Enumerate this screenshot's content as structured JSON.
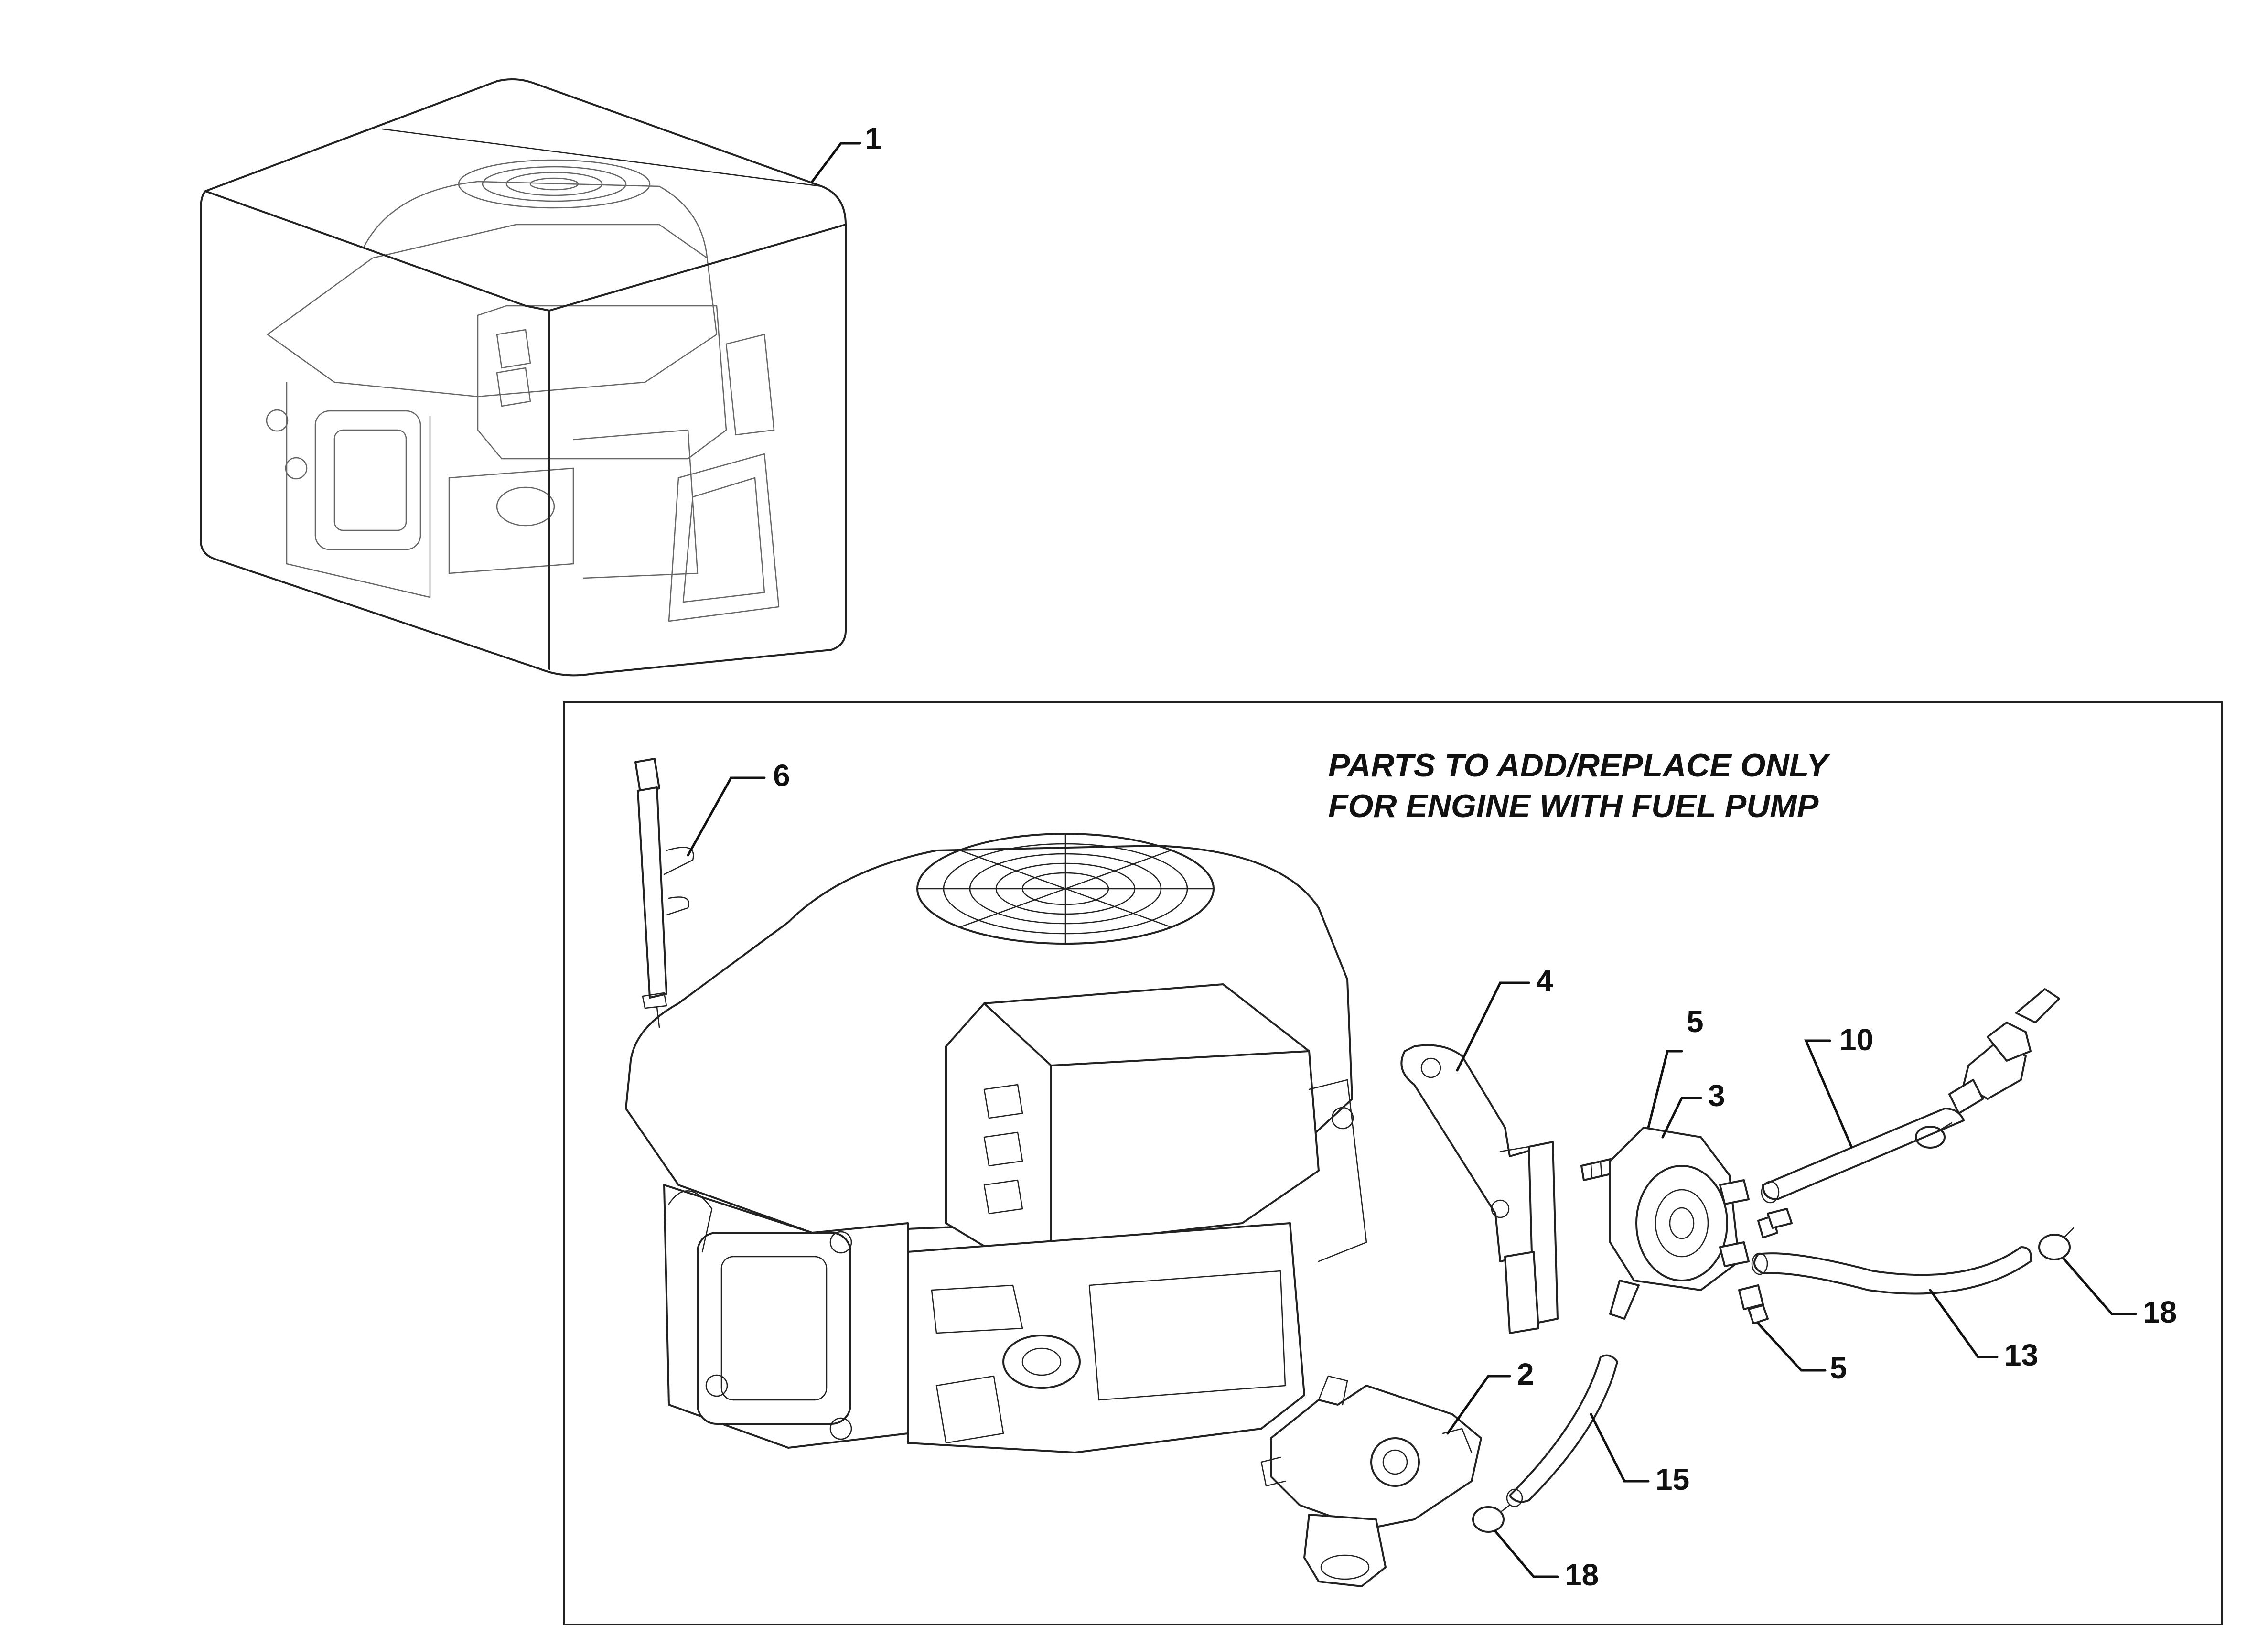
{
  "note": {
    "line1": "PARTS TO ADD/REPLACE ONLY",
    "line2": "FOR ENGINE WITH FUEL PUMP"
  },
  "callouts": {
    "c1": "1",
    "c2": "2",
    "c3": "3",
    "c4": "4",
    "c5a": "5",
    "c5b": "5",
    "c6": "6",
    "c10": "10",
    "c13": "13",
    "c15": "15",
    "c18a": "18",
    "c18b": "18"
  }
}
